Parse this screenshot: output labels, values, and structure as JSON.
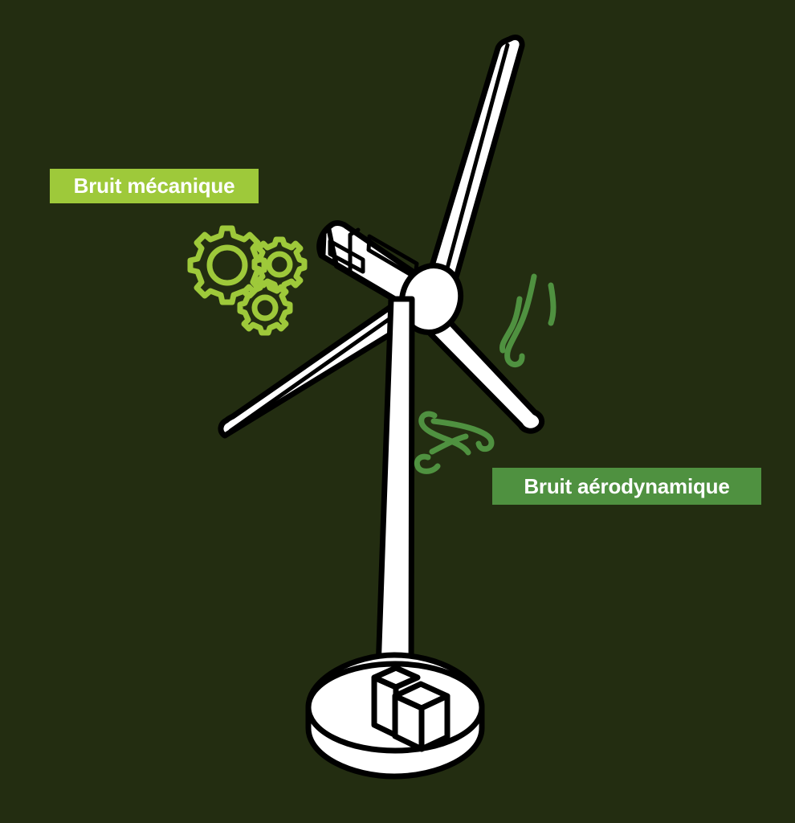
{
  "scene": {
    "title": "Schéma des sources de bruit d'une éolienne",
    "background_color": "#232d11",
    "illustration_stroke_color": "#000000",
    "illustration_fill_color": "#ffffff"
  },
  "callouts": [
    {
      "id": "mechanical",
      "label": "Bruit mécanique",
      "background_color": "#9ec93a",
      "text_color": "#ffffff",
      "icon": "gears-icon",
      "icon_color": "#9ec93a"
    },
    {
      "id": "aerodynamic",
      "label": "Bruit aérodynamique",
      "background_color": "#4f9140",
      "text_color": "#ffffff",
      "icon": "wind-swirl-icon",
      "icon_color": "#4f9140"
    }
  ],
  "illustration": {
    "subject": "wind-turbine",
    "parts": [
      {
        "name": "blade-upper",
        "label": "Pale supérieure"
      },
      {
        "name": "blade-lower-left",
        "label": "Pale inférieure gauche"
      },
      {
        "name": "blade-lower-right",
        "label": "Pale inférieure droite"
      },
      {
        "name": "nacelle",
        "label": "Nacelle"
      },
      {
        "name": "rotor-hub",
        "label": "Moyeu"
      },
      {
        "name": "tower",
        "label": "Mât"
      },
      {
        "name": "base-platform",
        "label": "Socle"
      },
      {
        "name": "base-cube-left",
        "label": "Bloc technique gauche"
      },
      {
        "name": "base-cube-right",
        "label": "Bloc technique droit"
      }
    ],
    "gear_icons": [
      {
        "name": "gear-large",
        "teeth": 12
      },
      {
        "name": "gear-small-right",
        "teeth": 10
      },
      {
        "name": "gear-small-bottom",
        "teeth": 10
      }
    ],
    "wind_swirls": [
      {
        "name": "wind-swirl-vertical"
      },
      {
        "name": "wind-swirl-horizontal"
      }
    ]
  }
}
